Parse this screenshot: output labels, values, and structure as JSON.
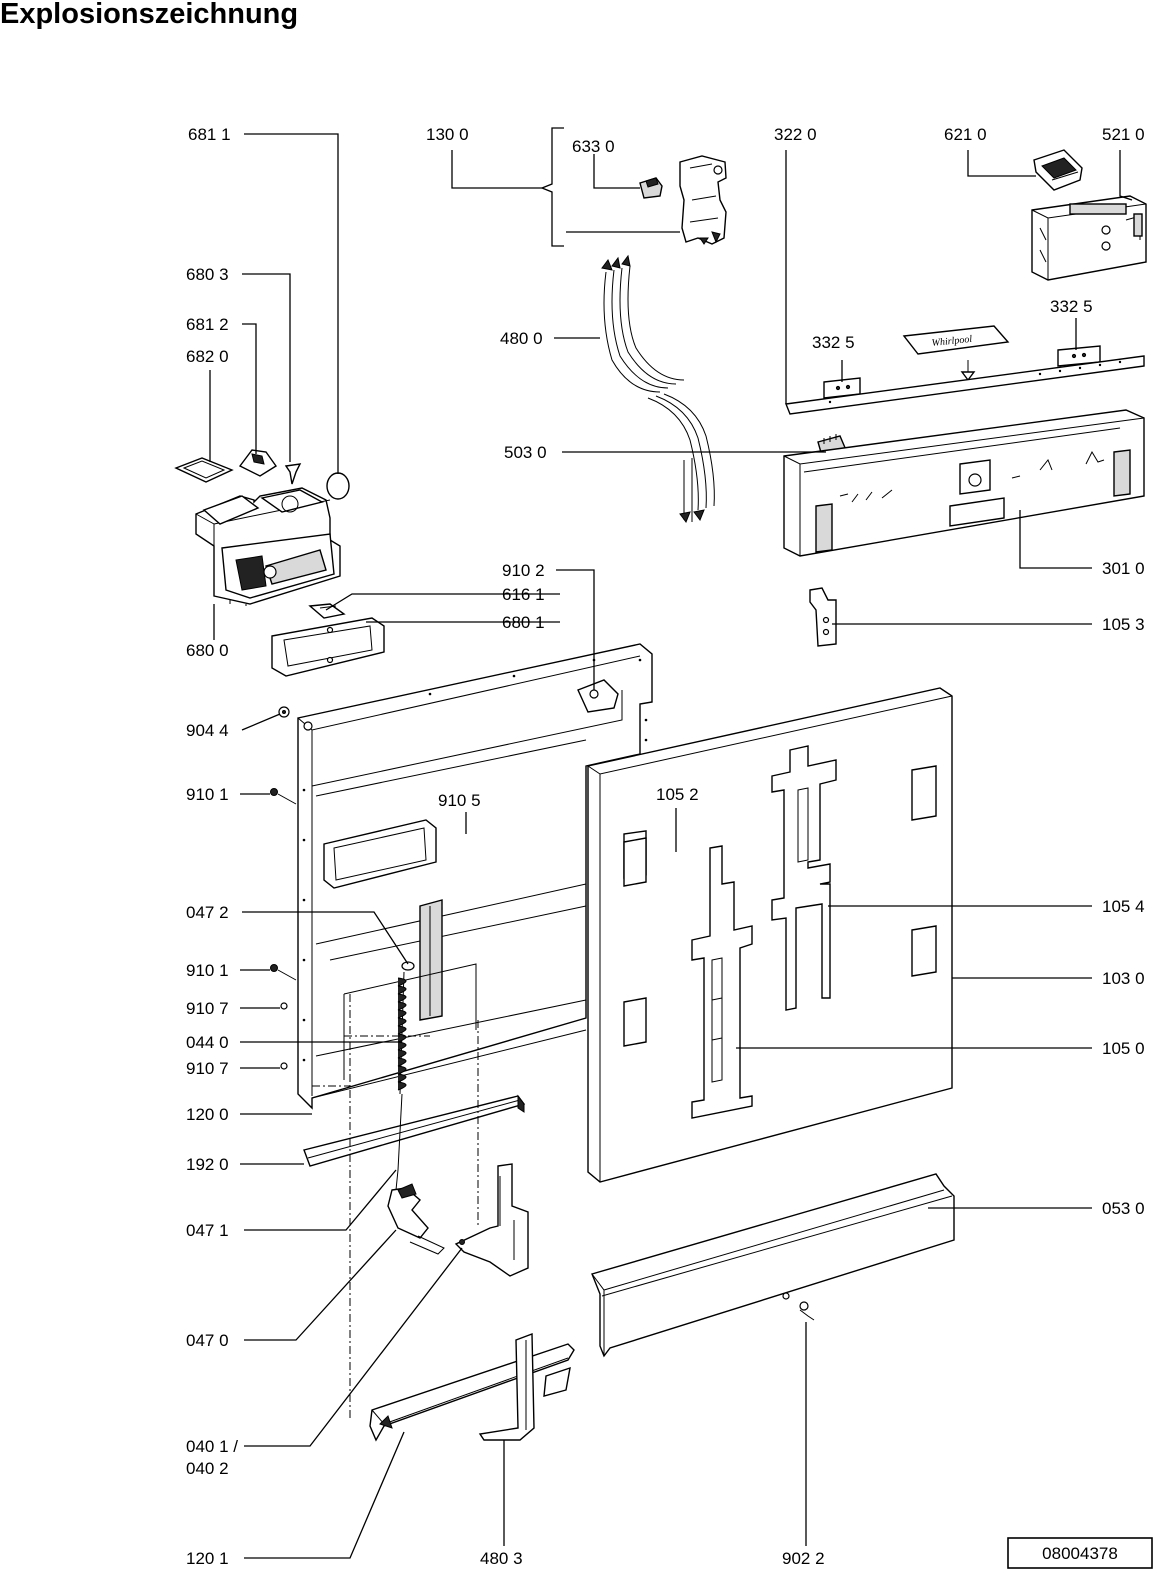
{
  "title": "Explosionszeichnung",
  "drawing_number": "08004378",
  "labels": {
    "p6811": "681 1",
    "p1300": "130 0",
    "p6330": "633 0",
    "p3220": "322  0",
    "p6210": "621 0",
    "p5210": "521 0",
    "p6803": "680 3",
    "p6812": "681 2",
    "p6820": "682 0",
    "p4800": "480 0",
    "p3325a": "332  5",
    "p3325b": "332  5",
    "p5030": "503  0",
    "p3010": "301 0",
    "p9102": "910 2",
    "p6161": "616 1",
    "p6801": "680 1",
    "p6800": "680 0",
    "p1053": "105 3",
    "p9044": "904 4",
    "p9101a": "910 1",
    "p9105": "910 5",
    "p1052": "105 2",
    "p0472": "047 2",
    "p1054": "105 4",
    "p9101b": "910 1",
    "p1030": "103 0",
    "p9107a": "910 7",
    "p0440": "044 0",
    "p1050": "105 0",
    "p9107b": "910 7",
    "p1200": "120 0",
    "p1920": "192 0",
    "p0530": "053 0",
    "p0471": "047 1",
    "p0470": "047 0",
    "p0401": "040 1 /",
    "p0402": "040 2",
    "p1201": "120 1",
    "p4803": "480 3",
    "p9022": "902 2"
  }
}
